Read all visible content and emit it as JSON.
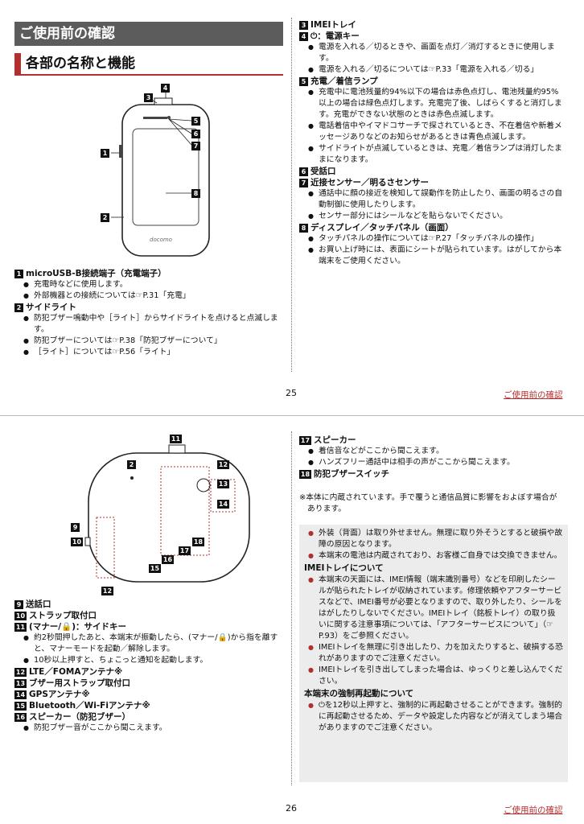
{
  "page1": {
    "header": "ご使用前の確認",
    "subheader": "各部の名称と機能",
    "diagram_callouts": [
      "1",
      "2",
      "3",
      "4",
      "5",
      "6",
      "7",
      "8"
    ],
    "device_brand": "docomo",
    "left_sections": [
      {
        "num": "1",
        "title": "microUSB-B接続端子（充電端子）",
        "items": [
          "充電時などに使用します。",
          "外部機器との接続については☞P.31「充電」"
        ]
      },
      {
        "num": "2",
        "title": "サイドライト",
        "items": [
          "防犯ブザー鳴動中や［ライト］からサイドライトを点けると点滅します。",
          "防犯ブザーについては☞P.38「防犯ブザーについて」",
          "［ライト］については☞P.56「ライト」"
        ]
      }
    ],
    "right_sections": [
      {
        "num": "3",
        "title": "IMEIトレイ",
        "items": []
      },
      {
        "num": "4",
        "title": "⏻：電源キー",
        "items": [
          "電源を入れる／切るときや、画面を点灯／消灯するときに使用します。",
          "電源を入れる／切るについては☞P.33「電源を入れる／切る」"
        ]
      },
      {
        "num": "5",
        "title": "充電／着信ランプ",
        "items": [
          "充電中に電池残量約94%以下の場合は赤色点灯し、電池残量約95%以上の場合は緑色点灯します。充電完了後、しばらくすると消灯します。充電ができない状態のときは赤色点滅します。",
          "電話着信中やイマドコサーチで探されているとき、不在着信や新着メッセージありなどのお知らせがあるときは青色点滅します。",
          "サイドライトが点滅しているときは、充電／着信ランプは消灯したままになります。"
        ]
      },
      {
        "num": "6",
        "title": "受話口",
        "items": []
      },
      {
        "num": "7",
        "title": "近接センサー／明るさセンサー",
        "items": [
          "通話中に顔の接近を検知して誤動作を防止したり、画面の明るさの自動制御に使用したりします。",
          "センサー部分にはシールなどを貼らないでください。"
        ]
      },
      {
        "num": "8",
        "title": "ディスプレイ／タッチパネル（画面）",
        "items": [
          "タッチパネルの操作については☞P.27「タッチパネルの操作」",
          "お買い上げ時には、表面にシートが貼られています。はがしてから本端末をご使用ください。"
        ]
      }
    ],
    "page_number": "25",
    "footer_link": "ご使用前の確認"
  },
  "page2": {
    "diagram_callouts": [
      "11",
      "2",
      "12",
      "13",
      "14",
      "9",
      "10",
      "18",
      "17",
      "16",
      "15",
      "12"
    ],
    "left_sections": [
      {
        "num": "9",
        "title": "送話口",
        "items": []
      },
      {
        "num": "10",
        "title": "ストラップ取付口",
        "items": []
      },
      {
        "num": "11",
        "title": "(マナー/🔒)：サイドキー",
        "items": [
          "約2秒間押したあと、本端末が振動したら、(マナー/🔒)から指を離すと、マナーモードを起動／解除します。",
          "10秒以上押すと、ちょこっと通知を起動します。"
        ]
      },
      {
        "num": "12",
        "title": "LTE／FOMAアンテナ※",
        "items": []
      },
      {
        "num": "13",
        "title": "ブザー用ストラップ取付口",
        "items": []
      },
      {
        "num": "14",
        "title": "GPSアンテナ※",
        "items": []
      },
      {
        "num": "15",
        "title": "Bluetooth／Wi-Fiアンテナ※",
        "items": []
      },
      {
        "num": "16",
        "title": "スピーカー（防犯ブザー）",
        "items": [
          "防犯ブザー音がここから聞こえます。"
        ]
      }
    ],
    "right_sections": [
      {
        "num": "17",
        "title": "スピーカー",
        "items": [
          "着信音などがここから聞こえます。",
          "ハンズフリー通話中は相手の声がここから聞こえます。"
        ]
      },
      {
        "num": "18",
        "title": "防犯ブザースイッチ",
        "items": []
      }
    ],
    "note": "※本体に内蔵されています。手で覆うと通信品質に影響をおよぼす場合があります。",
    "box": {
      "items_a": [
        "外装（背面）は取り外せません。無理に取り外そうとすると破損や故障の原因となります。",
        "本端末の電池は内蔵されており、お客様ご自身では交換できません。"
      ],
      "imei_heading": "IMEIトレイについて",
      "imei_items": [
        "本端末の天面には、IMEI情報（端末識別番号）などを印刷したシールが貼られたトレイが収納されています。修理依頼やアフターサービスなどで、IMEI番号が必要となりますので、取り外したり、シールをはがしたりしないでください。IMEIトレイ（銘板トレイ）の取り扱いに関する注意事項については、「アフターサービスについて」（☞P.93）をご参照ください。",
        "IMEIトレイを無理に引き出したり、力を加えたりすると、破損する恐れがありますのでご注意ください。",
        "IMEIトレイを引き出してしまった場合は、ゆっくりと差し込んでください。"
      ],
      "restart_heading": "本端末の強制再起動について",
      "restart_items": [
        "⏻を12秒以上押すと、強制的に再起動させることができます。強制的に再起動させるため、データや設定した内容などが消えてしまう場合がありますのでご注意ください。"
      ]
    },
    "page_number": "26",
    "footer_link": "ご使用前の確認"
  }
}
